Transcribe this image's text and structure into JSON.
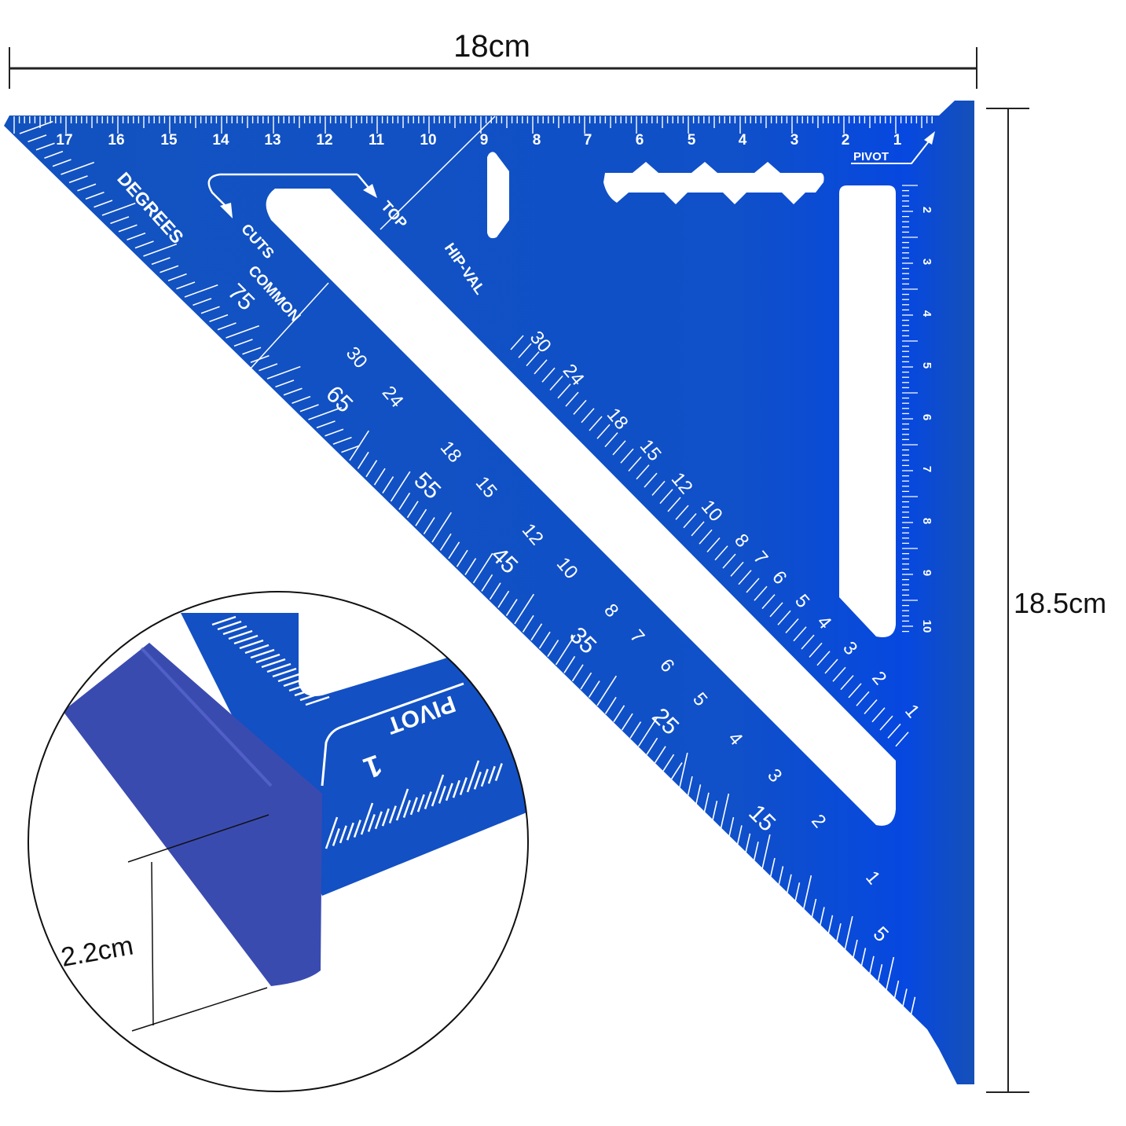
{
  "dimensions": {
    "width_label": "18cm",
    "height_label": "18.5cm",
    "thickness_label": "2.2cm"
  },
  "colors": {
    "body_blue": "#1150c0",
    "body_blue_right": "#0a48d8",
    "lip_blue": "#3a4bb0",
    "engraving": "#ffffff",
    "dimension_line": "#222222",
    "background": "#ffffff"
  },
  "top_ruler": {
    "labels": [
      "17",
      "16",
      "15",
      "14",
      "13",
      "12",
      "11",
      "10",
      "9",
      "8",
      "7",
      "6",
      "5",
      "4",
      "3",
      "2",
      "1"
    ],
    "pivot_label": "PIVOT"
  },
  "side_ruler": {
    "labels": [
      "2",
      "3",
      "4",
      "5",
      "6",
      "7",
      "8",
      "9",
      "10"
    ]
  },
  "engraved_text": {
    "degrees": "DEGREES",
    "cuts": "CUTS",
    "common": "COMMON",
    "top": "TOP",
    "hip_val": "HIP-VAL"
  },
  "degree_scale": {
    "labels": [
      "75",
      "65",
      "55",
      "45",
      "35",
      "25",
      "15",
      "5"
    ]
  },
  "common_scale": {
    "labels": [
      "30",
      "24",
      "18",
      "15",
      "12",
      "10",
      "8",
      "7",
      "6",
      "5",
      "4",
      "3",
      "2",
      "1"
    ]
  },
  "hip_scale": {
    "labels": [
      "30",
      "24",
      "18",
      "15",
      "12",
      "10",
      "8",
      "7",
      "6",
      "5",
      "4",
      "3",
      "2",
      "1"
    ]
  },
  "inset": {
    "pivot_label": "PIVOT",
    "number_label": "1"
  }
}
